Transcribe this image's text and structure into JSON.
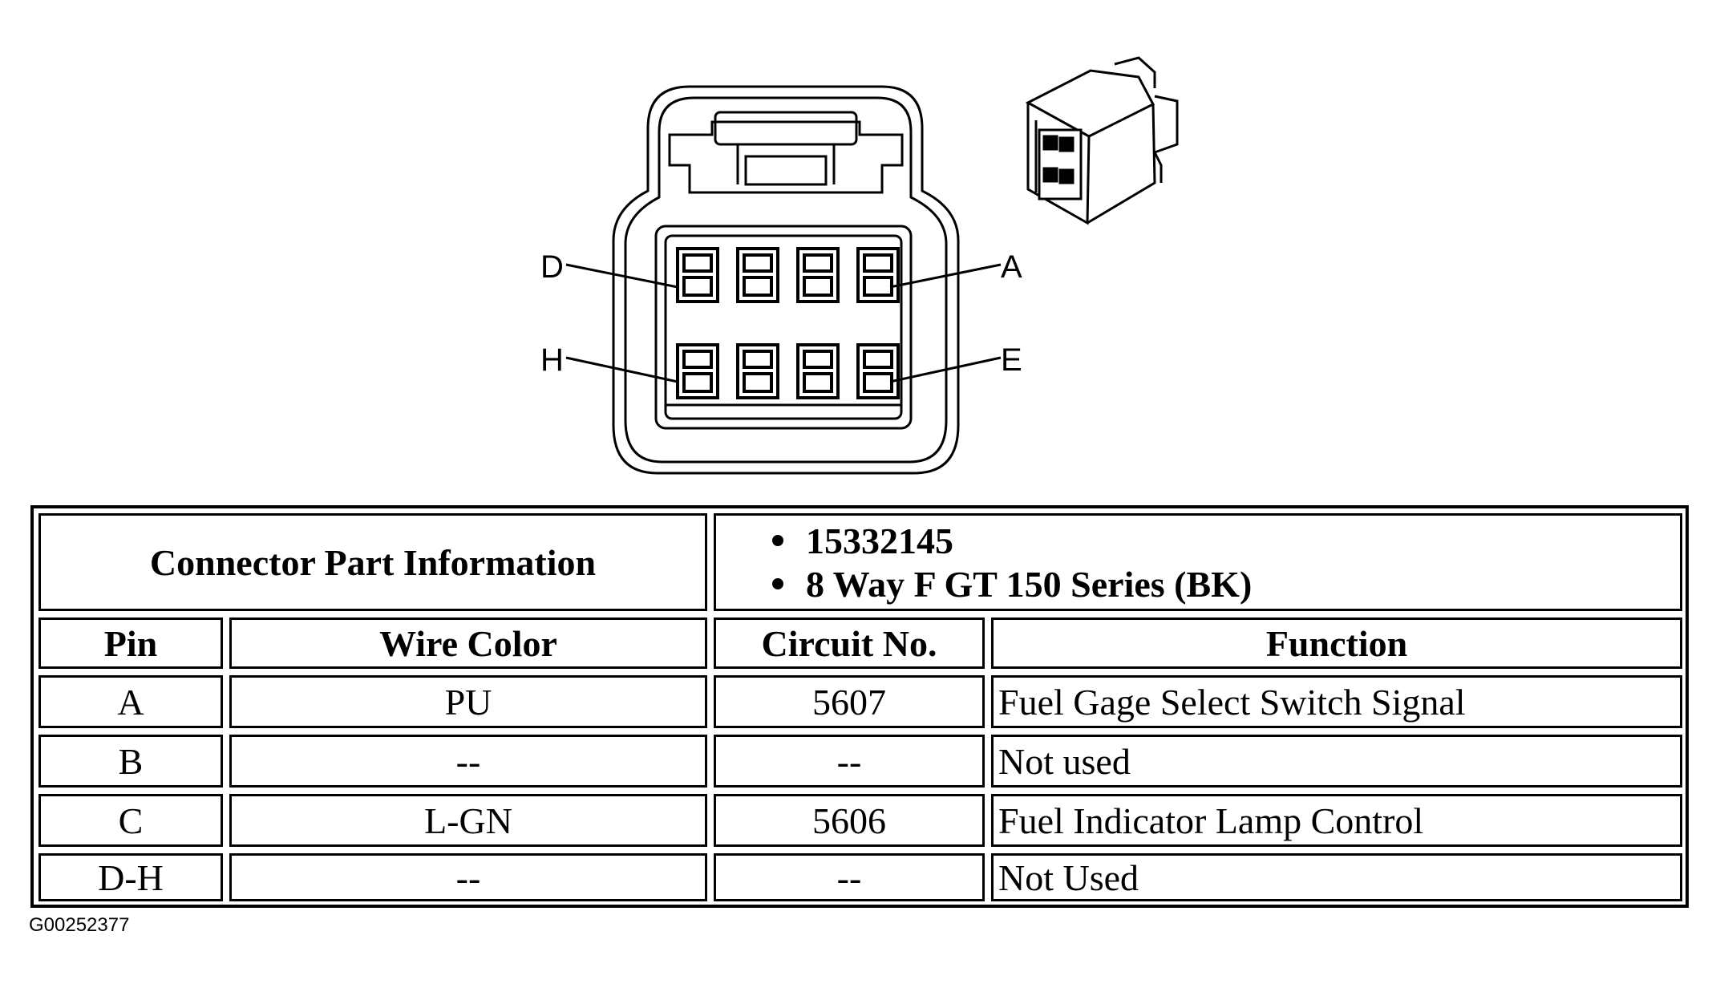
{
  "pin_labels": {
    "d": "D",
    "a": "A",
    "h": "H",
    "e": "E"
  },
  "table": {
    "part_info_label": "Connector Part Information",
    "part_info_items": [
      "15332145",
      "8 Way F GT 150 Series (BK)"
    ],
    "headers": {
      "pin": "Pin",
      "wire_color": "Wire Color",
      "circuit_no": "Circuit No.",
      "function": "Function"
    },
    "rows": [
      {
        "pin": "A",
        "wire_color": "PU",
        "circuit_no": "5607",
        "function": "Fuel Gage Select Switch Signal"
      },
      {
        "pin": "B",
        "wire_color": "--",
        "circuit_no": "--",
        "function": "Not used"
      },
      {
        "pin": "C",
        "wire_color": "L-GN",
        "circuit_no": "5606",
        "function": "Fuel Indicator Lamp Control"
      },
      {
        "pin": "D-H",
        "wire_color": "--",
        "circuit_no": "--",
        "function": "Not Used"
      }
    ]
  },
  "figure_id": "G00252377"
}
